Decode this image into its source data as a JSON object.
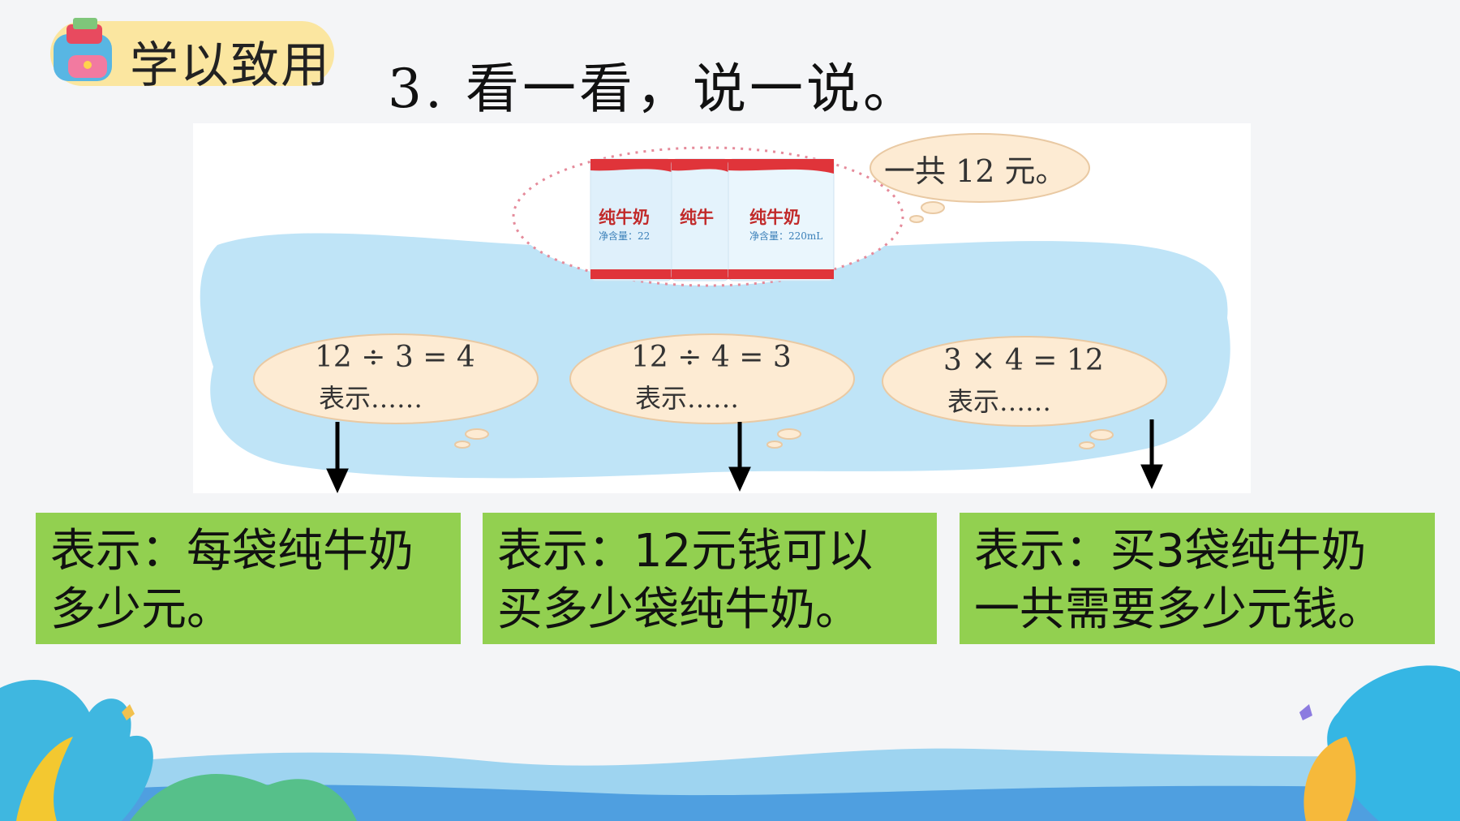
{
  "header": {
    "badge_label": "学以致用",
    "title": "3. 看一看，说一说。"
  },
  "illustration": {
    "total_bubble": "一共 12 元。",
    "milk_label": "纯牛奶",
    "milk_partial_1": "纯牛奶",
    "milk_partial_2": "纯牛",
    "milk_volume": "净含量：220mL",
    "milk_volume_partial": "净含量：22",
    "equations": [
      {
        "expr": "12 ÷ 3 = 4",
        "hint": "表示……"
      },
      {
        "expr": "12 ÷ 4 = 3",
        "hint": "表示……"
      },
      {
        "expr": "3 × 4 = 12",
        "hint": "表示……"
      }
    ]
  },
  "answers": [
    {
      "line1": "表示：每袋纯牛奶",
      "line2": "多少元。"
    },
    {
      "line1": "表示：12元钱可以",
      "line2": "买多少袋纯牛奶。"
    },
    {
      "line1": "表示：买3袋纯牛奶",
      "line2": "一共需要多少元钱。"
    }
  ],
  "colors": {
    "answer_bg": "#92d050",
    "badge_bg": "#fbe6a0",
    "pond": "#bfe4f7",
    "bubble": "#fdebd3"
  }
}
